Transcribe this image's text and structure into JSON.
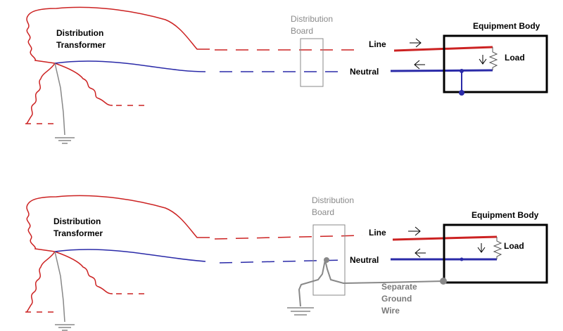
{
  "colors": {
    "line": "#cc2222",
    "neutral": "#2a2aa8",
    "ground": "#8a8a8a",
    "box": "#000000",
    "board": "#8a8a8a"
  },
  "top": {
    "transformer_label_1": "Distribution",
    "transformer_label_2": "Transformer",
    "board_label_1": "Distribution",
    "board_label_2": "Board",
    "line_label": "Line",
    "neutral_label": "Neutral",
    "equipment_label": "Equipment Body",
    "load_label": "Load"
  },
  "bottom": {
    "transformer_label_1": "Distribution",
    "transformer_label_2": "Transformer",
    "board_label_1": "Distribution",
    "board_label_2": "Board",
    "line_label": "Line",
    "neutral_label": "Neutral",
    "equipment_label": "Equipment Body",
    "load_label": "Load",
    "ground_label_1": "Separate",
    "ground_label_2": "Ground",
    "ground_label_3": "Wire"
  }
}
